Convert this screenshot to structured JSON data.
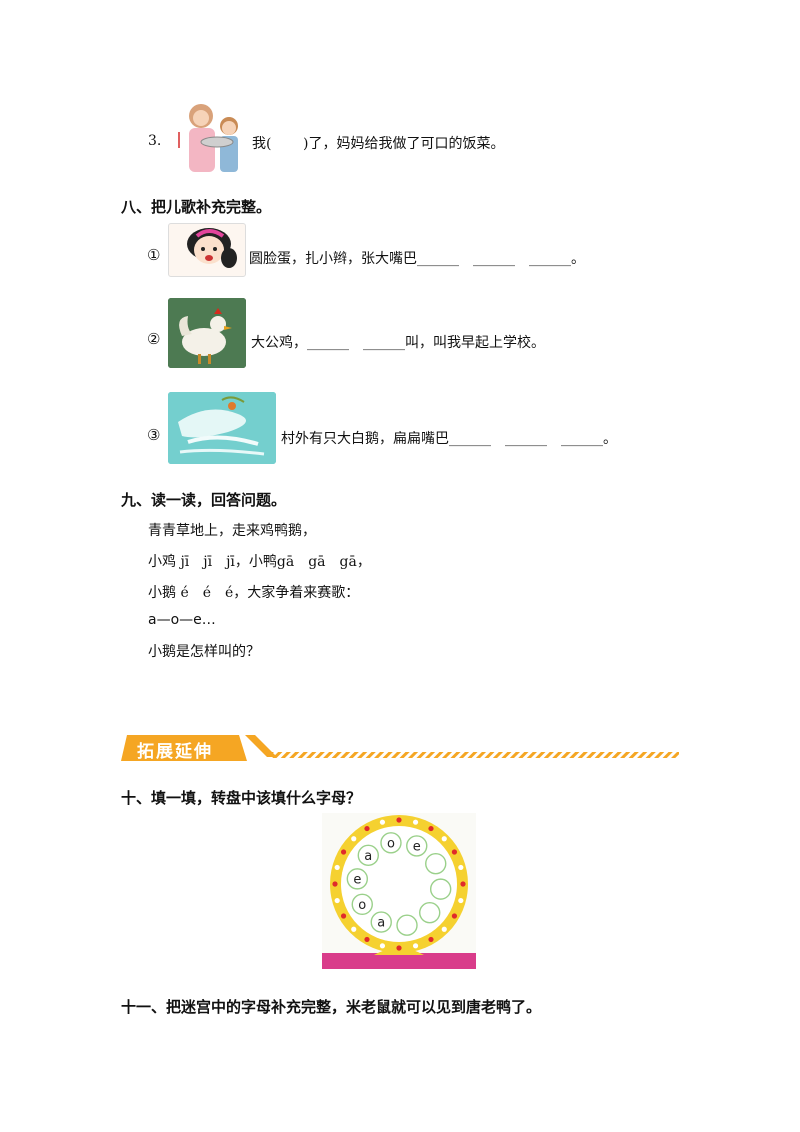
{
  "q3": {
    "number": "3.",
    "text_before": "我(",
    "text_after": ")了，妈妈给我做了可口的饭菜。"
  },
  "section8": {
    "heading": "八、把儿歌补充完整。",
    "items": [
      {
        "marker": "①",
        "text": "圆脸蛋，扎小辫，张大嘴巴______　______　______。"
      },
      {
        "marker": "②",
        "text": "大公鸡，______　______叫，叫我早起上学校。"
      },
      {
        "marker": "③",
        "text": "村外有只大白鹅，扁扁嘴巴______　______　______。"
      }
    ]
  },
  "section9": {
    "heading": "九、读一读，回答问题。",
    "lines": [
      "青青草地上，走来鸡鸭鹅，",
      "小鸡 jī　jī　jī，小鸭gā　gā　gā，",
      "小鹅 é　é　é，大家争着来赛歌：",
      "a—o—e…",
      "小鹅是怎样叫的？"
    ]
  },
  "banner": {
    "label": "拓展延伸",
    "accent_color": "#f5a623"
  },
  "section10": {
    "heading": "十、填一填，转盘中该填什么字母？",
    "wheel_letters": [
      "a",
      "o",
      "e",
      "a",
      "o",
      "e",
      "",
      "",
      "",
      ""
    ]
  },
  "section11": {
    "heading": "十一、把迷宫中的字母补充完整，米老鼠就可以见到唐老鸭了。"
  }
}
